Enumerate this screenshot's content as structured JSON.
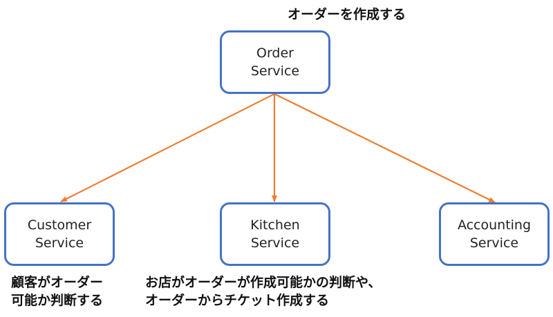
{
  "colors": {
    "node_border": "#4472c4",
    "arrow": "#ed7d31",
    "text": "#222222"
  },
  "nodes": {
    "order": {
      "line1": "Order",
      "line2": "Service"
    },
    "customer": {
      "line1": "Customer",
      "line2": "Service"
    },
    "kitchen": {
      "line1": "Kitchen",
      "line2": "Service"
    },
    "accounting": {
      "line1": "Accounting",
      "line2": "Service"
    }
  },
  "notes": {
    "order": "オーダーを作成する",
    "customer": {
      "line1": "顧客がオーダー",
      "line2": "可能か判断する"
    },
    "kitchen": {
      "line1": "お店がオーダーが作成可能かの判断や、",
      "line2": "オーダーからチケット作成する"
    }
  }
}
